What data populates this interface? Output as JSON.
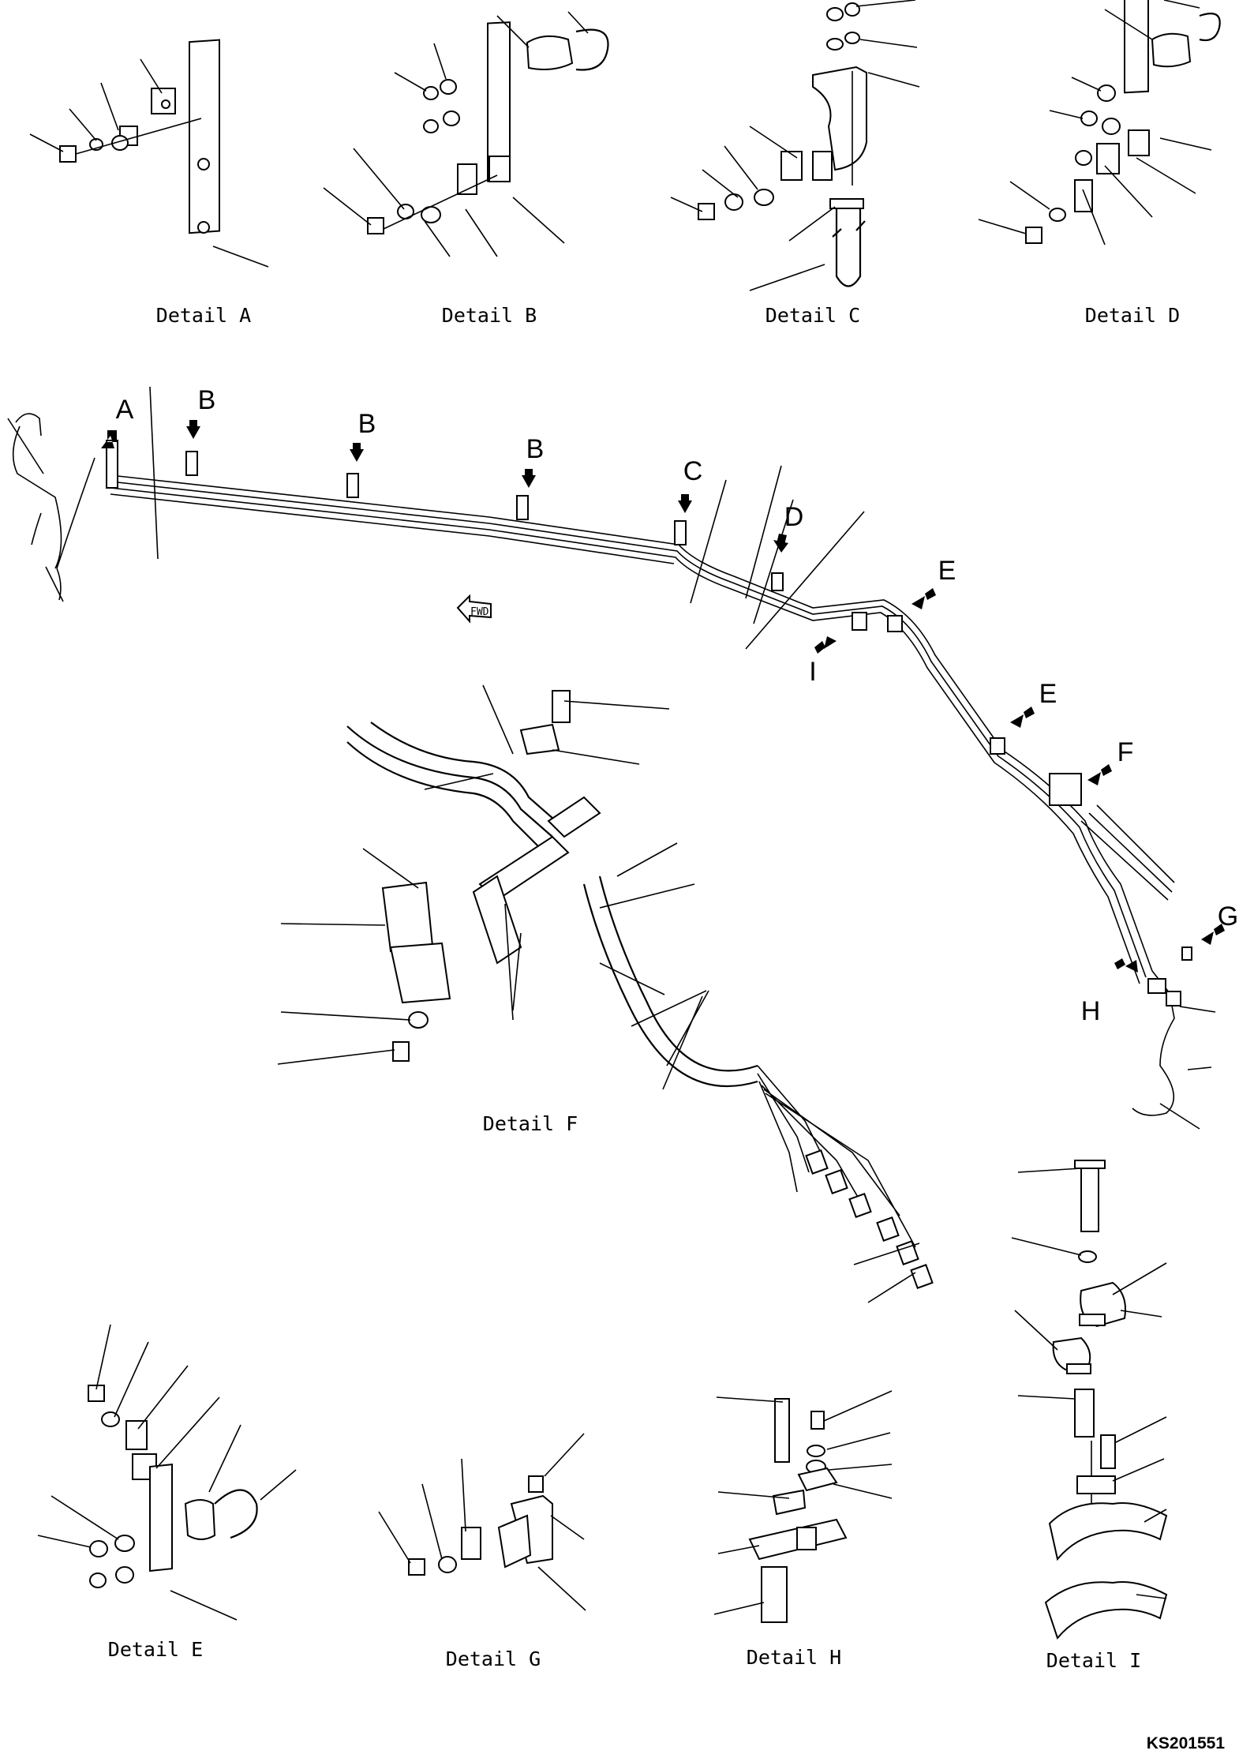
{
  "details": {
    "a": "Detail A",
    "b": "Detail B",
    "c": "Detail C",
    "d": "Detail D",
    "e": "Detail E",
    "f": "Detail F",
    "g": "Detail G",
    "h": "Detail H",
    "i": "Detail I"
  },
  "callouts": {
    "a": "A",
    "b1": "B",
    "b2": "B",
    "b3": "B",
    "c": "C",
    "d": "D",
    "e1": "E",
    "e2": "E",
    "f": "F",
    "g": "G",
    "h": "H",
    "i": "I"
  },
  "fwd_label": "FWD",
  "drawing_code": "KS201551"
}
